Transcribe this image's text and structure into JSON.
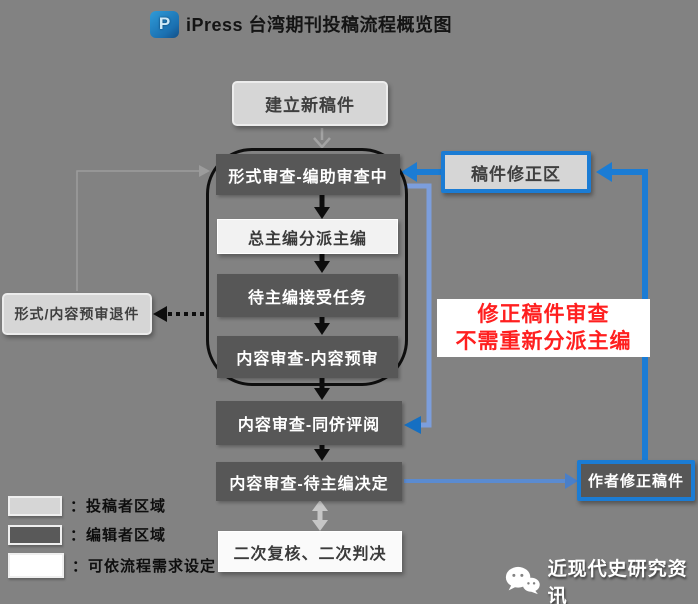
{
  "title": {
    "logo_glyph": "P",
    "text": "iPress 台湾期刊投稿流程概览图"
  },
  "flow": {
    "create": "建立新稿件",
    "format_review": "形式审查-编助审查中",
    "assign_editor": "总主编分派主编",
    "await_editor": "待主编接受任务",
    "content_precheck": "内容审查-内容预审",
    "peer_review": "内容审查-同侪评阅",
    "editor_decision": "内容审查-待主编决定",
    "second_review": "二次复核、二次判决",
    "precheck_reject": "形式/内容预审退件",
    "revision_zone": "稿件修正区",
    "author_revision": "作者修正稿件"
  },
  "annotations": {
    "revision_note_line1": "修正稿件审查",
    "revision_note_line2": "不需重新分派主编"
  },
  "legend": {
    "items": [
      {
        "label": "：投稿者区域",
        "swatch": "#d6d6d6"
      },
      {
        "label": "：编辑者区域",
        "swatch": "#595959"
      },
      {
        "label": "：可依流程需求设定",
        "swatch": "#ffffff"
      }
    ]
  },
  "watermark": {
    "text": "近现代史研究资讯"
  },
  "colors": {
    "background": "#828282",
    "dark_node": "#575757",
    "light_node": "#d6d6d6",
    "white_node": "#fafafa",
    "accent_blue": "#1b7cd4",
    "light_blue": "#7c9edc",
    "note_red": "#ff1f1f"
  }
}
